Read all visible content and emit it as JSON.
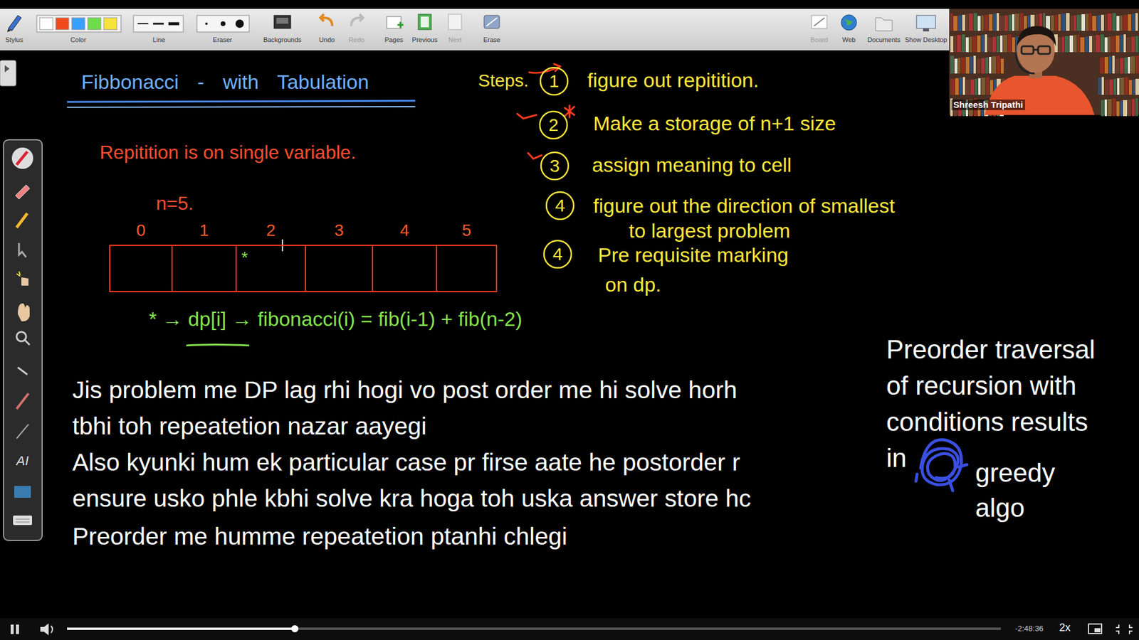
{
  "diagram": {
    "title": "Fibbonacci - with Tabulation",
    "nodes": [
      {
        "text": [
          "0"
        ]
      },
      {
        "text": [
          "1"
        ]
      },
      {
        "text": [
          "2",
          "*"
        ]
      },
      {
        "text": [
          "3"
        ]
      },
      {
        "text": [
          "4"
        ]
      },
      {
        "text": [
          "5"
        ]
      },
      {
        "text": [
          "1"
        ]
      },
      {
        "text": [
          "2"
        ]
      },
      {
        "text": [
          "3"
        ]
      },
      {
        "text": [
          "4"
        ]
      },
      {
        "text": [
          "4"
        ]
      }
    ],
    "labels": [
      "Stylus",
      "Color",
      "Line",
      "Eraser",
      "Backgrounds",
      "Undo",
      "Redo",
      "Pages",
      "Previous",
      "Next",
      "Erase",
      "Board",
      "Web",
      "Documents",
      "Show Desktop",
      "Shreesh Tripathi",
      "AI",
      "Repitition is on single variable.",
      "n=5.",
      "* → dp[i] → fibonacci(i) = fib(i-1) + fib(n-2)",
      "Steps.",
      "figure out repitition.",
      "Make a storage of n+1 size",
      "assign meaning to cell",
      "figure out the direction of smallest to largest problem",
      "Pre requisite marking on dp.",
      "Jis problem me DP lag rhi hogi vo post order me hi solve horh",
      "tbhi toh repeatetion nazar aayegi",
      "Also kyunki hum ek particular case pr firse aate he postorder r",
      "ensure usko phle kbhi solve kra hoga toh uska answer store hc",
      "Preorder me humme repeatetion ptanhi chlegi",
      "Preorder traversal of recursion with conditions results in",
      "greedy algo",
      "-2:48:36",
      "2x"
    ]
  }
}
